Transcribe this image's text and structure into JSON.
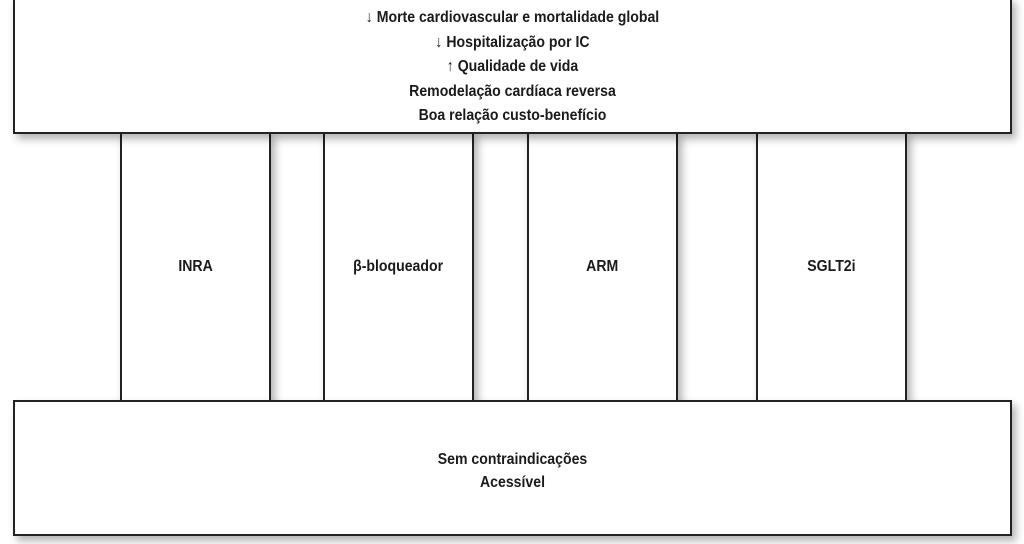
{
  "benefits": [
    "↓ Morte cardiovascular e mortalidade global",
    "↓ Hospitalização por IC",
    "↑ Qualidade de vida",
    "Remodelação cardíaca reversa",
    "Boa relação custo-benefício"
  ],
  "pillars": [
    "INRA",
    "β-bloqueador",
    "ARM",
    "SGLT2i"
  ],
  "base": [
    "Sem contraindicações",
    "Acessível"
  ]
}
